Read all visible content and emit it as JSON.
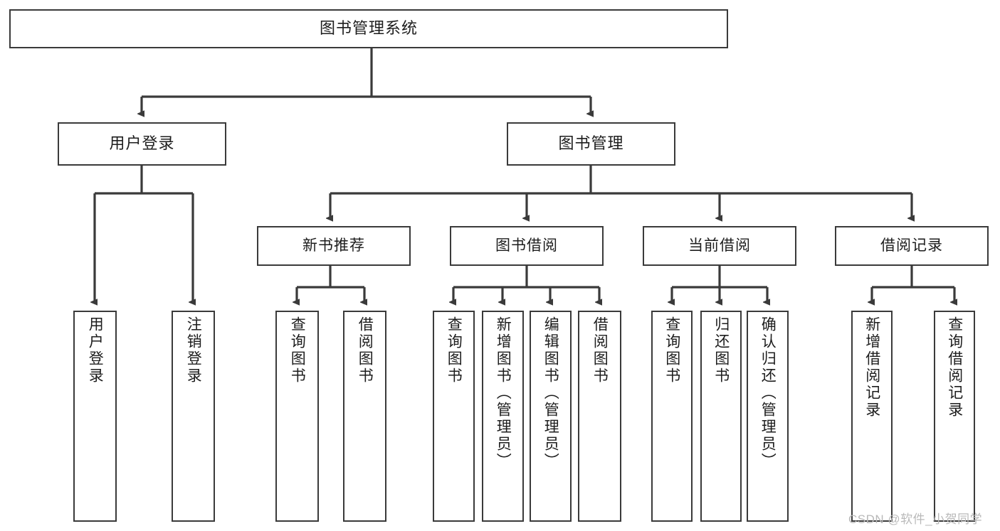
{
  "diagram": {
    "title": "图书管理系统",
    "watermark": "CSDN @软件_小贺同学",
    "style": {
      "box_border_color": "#3a3a3a",
      "box_fill_color": "#ffffff",
      "line_color": "#3a3a3a",
      "text_color": "#1d1d1d",
      "watermark_color": "#b9b9b9",
      "canvas_color": "#ffffff"
    },
    "nodes": {
      "root": {
        "label": "图书管理系统"
      },
      "level2": [
        {
          "id": "user-login",
          "label": "用户登录"
        },
        {
          "id": "book-manage",
          "label": "图书管理"
        }
      ],
      "level3": [
        {
          "id": "new-book-recommend",
          "label": "新书推荐"
        },
        {
          "id": "book-borrow",
          "label": "图书借阅"
        },
        {
          "id": "current-borrow",
          "label": "当前借阅"
        },
        {
          "id": "borrow-record",
          "label": "借阅记录"
        }
      ],
      "leaves": [
        {
          "id": "leaf-user-login",
          "label": "用户登录",
          "parent": "user-login"
        },
        {
          "id": "leaf-logout",
          "label": "注销登录",
          "parent": "user-login"
        },
        {
          "id": "leaf-query-book-1",
          "label": "查询图书",
          "parent": "new-book-recommend"
        },
        {
          "id": "leaf-borrow-book-1",
          "label": "借阅图书",
          "parent": "new-book-recommend"
        },
        {
          "id": "leaf-query-book-2",
          "label": "查询图书",
          "parent": "book-borrow"
        },
        {
          "id": "leaf-add-book",
          "label": "新增图书（管理员）",
          "parent": "book-borrow"
        },
        {
          "id": "leaf-edit-book",
          "label": "编辑图书（管理员）",
          "parent": "book-borrow"
        },
        {
          "id": "leaf-borrow-book-2",
          "label": "借阅图书",
          "parent": "book-borrow"
        },
        {
          "id": "leaf-query-book-3",
          "label": "查询图书",
          "parent": "current-borrow"
        },
        {
          "id": "leaf-return-book",
          "label": "归还图书",
          "parent": "current-borrow"
        },
        {
          "id": "leaf-confirm-return",
          "label": "确认归还（管理员）",
          "parent": "current-borrow"
        },
        {
          "id": "leaf-add-record",
          "label": "新增借阅记录",
          "parent": "borrow-record"
        },
        {
          "id": "leaf-query-record",
          "label": "查询借阅记录",
          "parent": "borrow-record"
        }
      ]
    }
  }
}
